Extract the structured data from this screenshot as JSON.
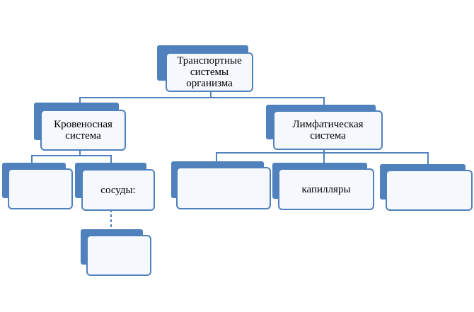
{
  "colors": {
    "accent": "#4f81bd",
    "box_fill": "#f5f8fc",
    "text": "#000000"
  },
  "diagram": {
    "root": {
      "label": "Транспортные\nсистемы\nорганизма"
    },
    "blood_system": {
      "label": "Кровеносная\nсистема"
    },
    "lymph_system": {
      "label": "Лимфатическая\nсистема"
    },
    "blood_child_1": {
      "label": ""
    },
    "blood_vessels": {
      "label": "сосуды:"
    },
    "vessels_child": {
      "label": ""
    },
    "lymph_child_1": {
      "label": ""
    },
    "lymph_capillaries": {
      "label": "капилляры"
    },
    "lymph_child_3": {
      "label": ""
    }
  }
}
